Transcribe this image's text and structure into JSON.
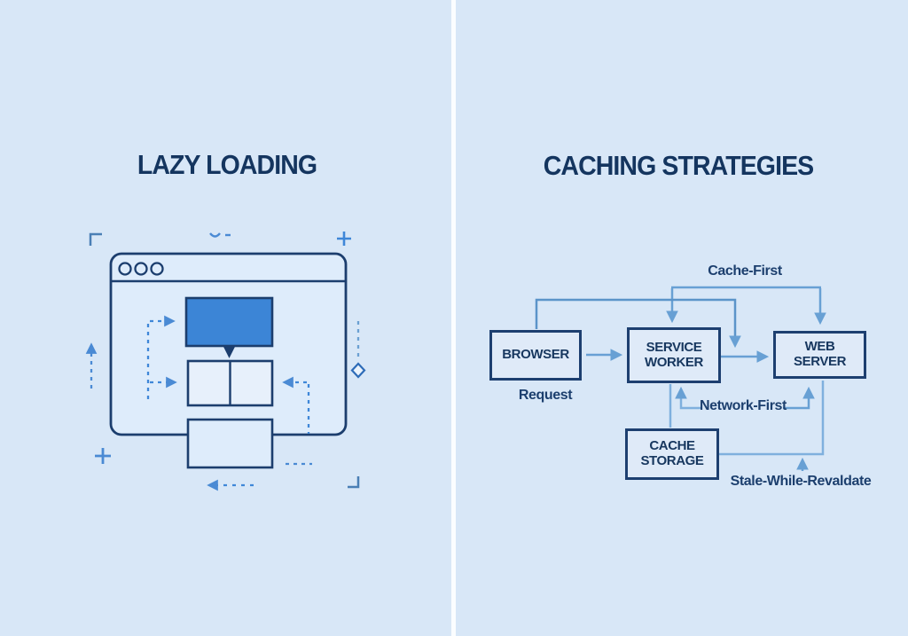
{
  "panels": {
    "lazy_loading": {
      "title": "LAZY LOADING",
      "illustration": "browser-window with loaded hero block, placeholder content blocks and dashed lazy-load arrows"
    },
    "caching_strategies": {
      "title": "CACHING STRATEGIES",
      "nodes": {
        "browser": "BROWSER",
        "service_worker": "SERVICE WORKER",
        "web_server": "WEB SERVER",
        "cache_storage": "CACHE STORAGE"
      },
      "edge_labels": {
        "cache_first": "Cache-First",
        "request": "Request",
        "network_first": "Network-First",
        "stale_while_revalidate": "Stale-While-Revaldate"
      }
    }
  },
  "colors": {
    "background": "#d8e7f7",
    "divider": "#fbfdff",
    "window_fill": "#deecfb",
    "navy_stroke": "#1c3e6e",
    "title_text": "#14355f",
    "hero_block_fill": "#3c85d6",
    "dashed_arrow_blue": "#4a8ad4",
    "soft_blue": "#7fa9d9",
    "flow_line_blue": "#68a0d4"
  }
}
